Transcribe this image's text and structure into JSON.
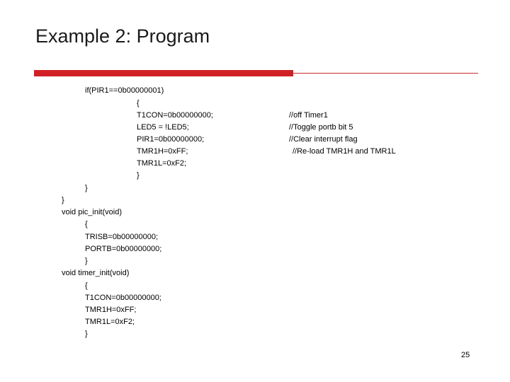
{
  "slide": {
    "title": "Example 2: Program",
    "page_number": "25",
    "accent_color": "#d02025"
  },
  "code": [
    "if(PIR1==0b00000001)",
    "{",
    "T1CON=0b00000000;",
    "LED5 = !LED5;",
    "PIR1=0b00000000;",
    "TMR1H=0xFF;",
    "TMR1L=0xF2;",
    "}",
    "}",
    "}",
    "void pic_init(void)",
    "{",
    "TRISB=0b00000000;",
    "PORTB=0b00000000;",
    "}",
    "void timer_init(void)",
    "{",
    "T1CON=0b00000000;",
    "TMR1H=0xFF;",
    "TMR1L=0xF2;",
    "}"
  ],
  "comments": [
    "//off Timer1",
    "//Toggle portb bit 5",
    "//Clear interrupt flag",
    "//Re-load TMR1H and TMR1L"
  ]
}
